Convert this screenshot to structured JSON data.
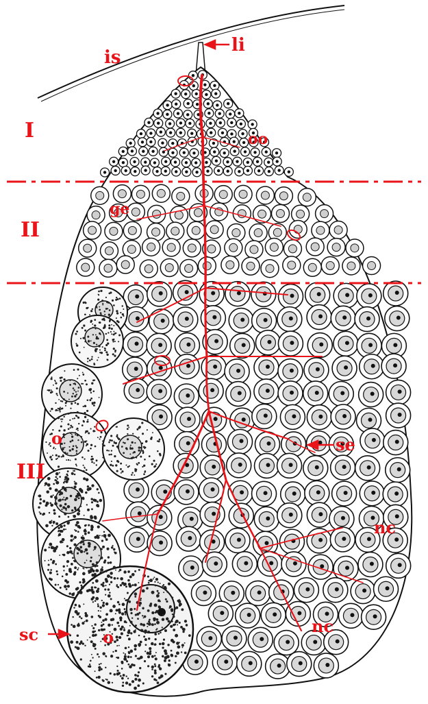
{
  "colors": {
    "annotation": "#e8141a",
    "ink": "#111111",
    "paper": "#ffffff"
  },
  "labels": {
    "is": "is",
    "li": "li",
    "oo": "oo",
    "ge": "ge",
    "se": "se",
    "nc_upper": "nc",
    "nc_lower": "nc",
    "o_small": "o",
    "o_large": "o",
    "sc": "sc"
  },
  "zones": {
    "zone1": "I",
    "zone2": "II",
    "zone3": "III"
  },
  "icons": {
    "arrow": "left-arrow-icon",
    "arrow_right": "right-arrow-icon",
    "marker": "ellipse-marker-icon"
  }
}
